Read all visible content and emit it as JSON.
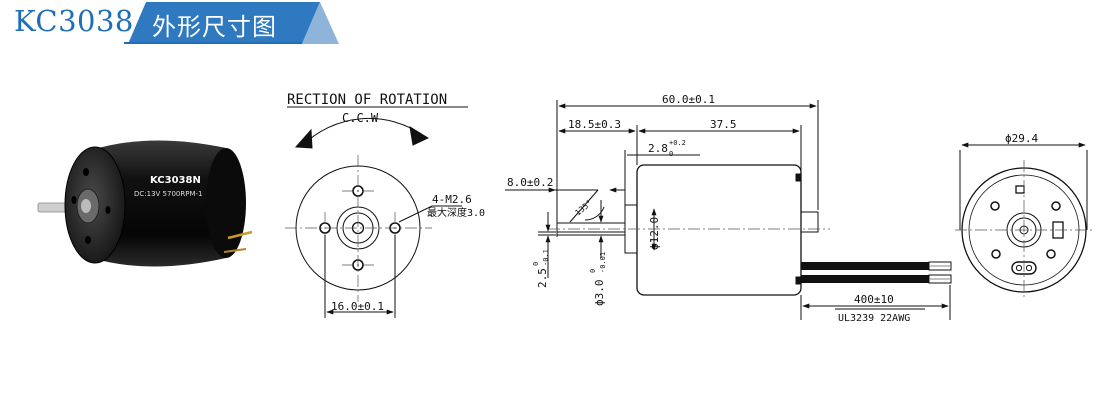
{
  "header": {
    "model": "KC3038",
    "section_title": "外形尺寸图"
  },
  "motor_photo": {
    "label_model": "KC3038N",
    "label_spec": "DC:13V  5700RPM-1"
  },
  "front_view": {
    "heading": "RECTION OF ROTATION",
    "direction": "C.C.W",
    "screw_callout": "4-M2.6",
    "screw_depth": "最大深度3.0",
    "hole_spacing": "16.0±0.1"
  },
  "side_view": {
    "overall_length": "60.0±0.1",
    "front_section": "18.5±0.3",
    "body_length": "37.5",
    "boss_depth": "2.8",
    "boss_depth_tol": "+0.2",
    "boss_depth_tol_low": "0",
    "shaft_length": "8.0±0.2",
    "chamfer_angle": "135°",
    "boss_diameter": "ϕ12.0",
    "flat_height": "2.5",
    "flat_height_tol_upper": "0",
    "flat_height_tol_lower": "-0.1",
    "shaft_diameter": "ϕ3.0",
    "shaft_diameter_tol_upper": "0",
    "shaft_diameter_tol_lower": "-0.01",
    "lead_length": "400±10",
    "lead_spec": "UL3239 22AWG"
  },
  "rear_view": {
    "body_diameter": "ϕ29.4"
  },
  "colors": {
    "accent": "#1f6fb8",
    "banner": "#2f79c0",
    "line": "#111111",
    "center_line": "#555555"
  }
}
